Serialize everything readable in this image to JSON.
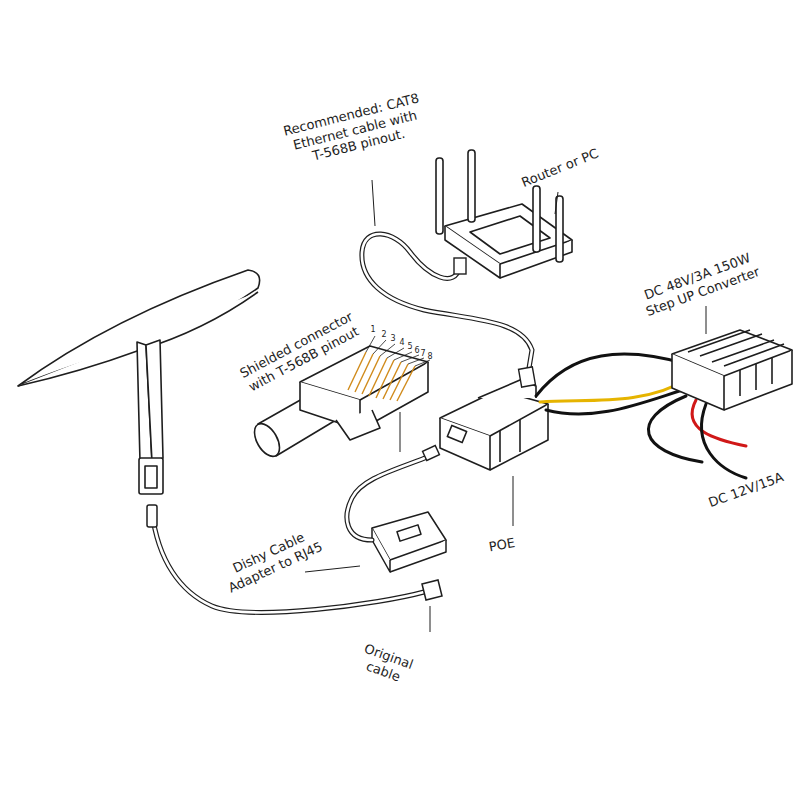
{
  "diagram": {
    "labels": [
      "Recommended: CAT8 Ethernet cable with T-568B pinout.",
      "Router or PC",
      "Shielded connector with T-568B pinout",
      "1",
      "2",
      "3",
      "4",
      "5",
      "6",
      "7",
      "8",
      "DC 48V/3A 150W Step UP Converter",
      "DC 12V/15A",
      "POE",
      "Dishy Cable Adapter to RJ45",
      "Original cable"
    ]
  }
}
